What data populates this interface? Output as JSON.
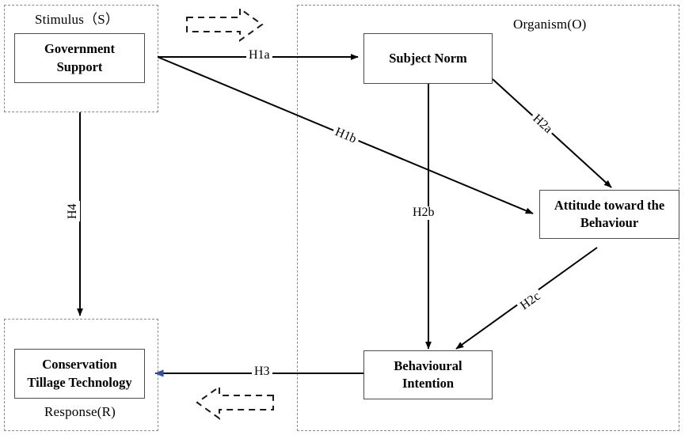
{
  "diagram": {
    "title": "Stimulus-Organism-Response conceptual model",
    "regions": [
      {
        "name": "stimulus",
        "label": "Stimulus（S）"
      },
      {
        "name": "organism",
        "label": "Organism(O)"
      },
      {
        "name": "response",
        "label": "Response(R)"
      }
    ],
    "nodes": [
      {
        "name": "government-support",
        "lines": [
          "Government",
          "Support"
        ]
      },
      {
        "name": "subject-norm",
        "lines": [
          "Subject Norm"
        ]
      },
      {
        "name": "attitude-toward-the-behaviour",
        "lines": [
          "Attitude toward the",
          "Behaviour"
        ]
      },
      {
        "name": "behavioural-intention",
        "lines": [
          "Behavioural",
          "Intention"
        ]
      },
      {
        "name": "conservation-tillage-technology",
        "lines": [
          "Conservation",
          "Tillage Technology"
        ]
      }
    ],
    "hypotheses": [
      {
        "name": "h1a",
        "label": "H1a"
      },
      {
        "name": "h1b",
        "label": "H1b"
      },
      {
        "name": "h2a",
        "label": "H2a"
      },
      {
        "name": "h2b",
        "label": "H2b"
      },
      {
        "name": "h2c",
        "label": "H2c"
      },
      {
        "name": "h3",
        "label": "H3"
      },
      {
        "name": "h4",
        "label": "H4"
      }
    ],
    "decorations": [
      {
        "name": "dashed-arrow-right",
        "direction": "right"
      },
      {
        "name": "dashed-arrow-left",
        "direction": "left"
      }
    ],
    "colors": {
      "line": "#000000",
      "box_border": "#4d4d4d",
      "region_border": "#8a8a8a",
      "h3_arrowhead": "#2f53a0",
      "background": "#ffffff"
    }
  }
}
